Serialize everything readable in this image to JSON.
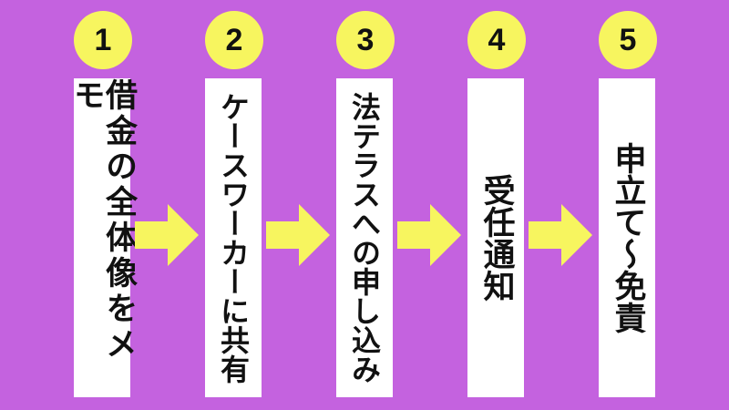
{
  "colors": {
    "background": "#c462df",
    "accent": "#f7f55f",
    "box": "#ffffff"
  },
  "steps": [
    {
      "number": "1",
      "label": "借金の全体像をメモ"
    },
    {
      "number": "2",
      "label": "ケースワーカーに共有"
    },
    {
      "number": "3",
      "label": "法テラスへの申し込み"
    },
    {
      "number": "4",
      "label": "受任通知"
    },
    {
      "number": "5",
      "label": "申立て～免責"
    }
  ]
}
